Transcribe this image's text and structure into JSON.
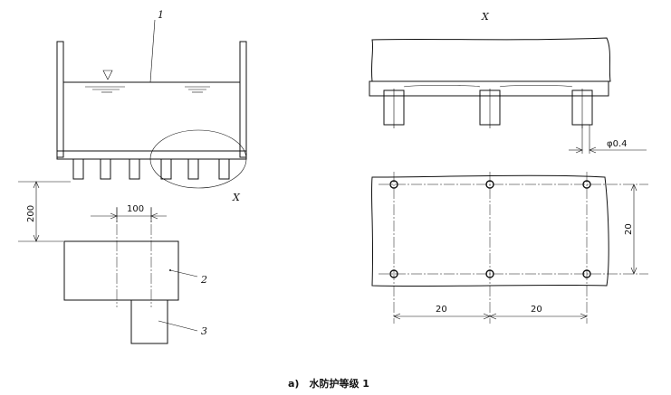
{
  "labels": {
    "part1": "1",
    "part2": "2",
    "part3": "3",
    "detail_ref_left": "X",
    "detail_ref_top": "X"
  },
  "dimensions": {
    "height": "200",
    "width": "100",
    "hole_dia": "φ0.4",
    "spacing_v": "20",
    "spacing_h1": "20",
    "spacing_h2": "20"
  },
  "caption": "a)　水防护等级 1"
}
